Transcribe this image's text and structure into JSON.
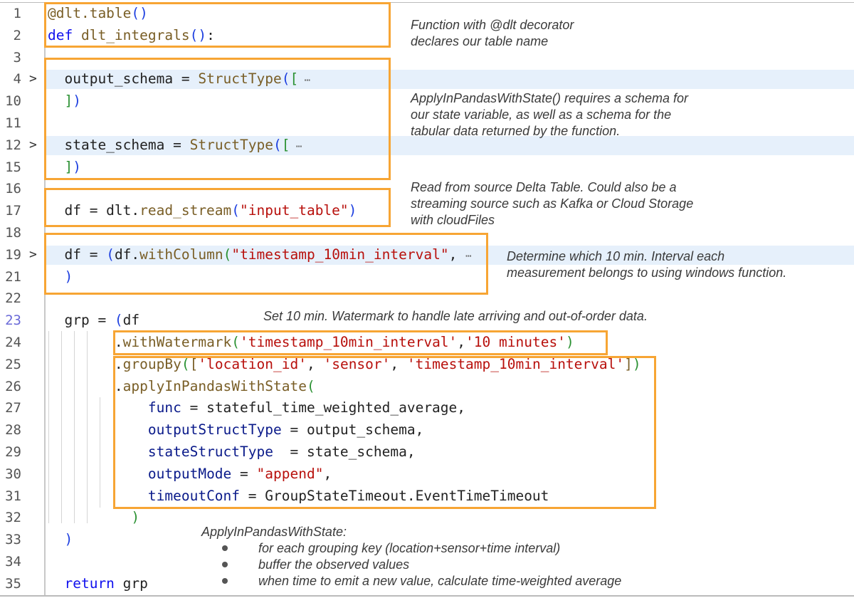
{
  "editor": {
    "active_line": "23",
    "lines": [
      {
        "n": "1",
        "tokens": [
          [
            "@dlt.table",
            "fn"
          ],
          [
            "()",
            "br1"
          ]
        ]
      },
      {
        "n": "2",
        "tokens": [
          [
            "def ",
            "kw"
          ],
          [
            "dlt_integrals",
            "fn"
          ],
          [
            "()",
            "br1"
          ],
          [
            ":",
            "p"
          ]
        ]
      },
      {
        "n": "3",
        "tokens": []
      },
      {
        "n": "4",
        "fold": true,
        "tokens": [
          [
            "  output_schema = ",
            "p"
          ],
          [
            "StructType",
            "fn"
          ],
          [
            "(",
            "br1"
          ],
          [
            "[",
            "br2"
          ],
          [
            " ⋯",
            "fold"
          ]
        ]
      },
      {
        "n": "10",
        "tokens": [
          [
            "  ",
            "p"
          ],
          [
            "]",
            "br2"
          ],
          [
            ")",
            "br1"
          ]
        ]
      },
      {
        "n": "11",
        "tokens": []
      },
      {
        "n": "12",
        "fold": true,
        "tokens": [
          [
            "  state_schema = ",
            "p"
          ],
          [
            "StructType",
            "fn"
          ],
          [
            "(",
            "br1"
          ],
          [
            "[",
            "br2"
          ],
          [
            " ⋯",
            "fold"
          ]
        ]
      },
      {
        "n": "15",
        "tokens": [
          [
            "  ",
            "p"
          ],
          [
            "]",
            "br2"
          ],
          [
            ")",
            "br1"
          ]
        ]
      },
      {
        "n": "16",
        "tokens": []
      },
      {
        "n": "17",
        "tokens": [
          [
            "  df = dlt.",
            "p"
          ],
          [
            "read_stream",
            "fn"
          ],
          [
            "(",
            "br1"
          ],
          [
            "\"input_table\"",
            "str"
          ],
          [
            ")",
            "br1"
          ]
        ]
      },
      {
        "n": "18",
        "tokens": []
      },
      {
        "n": "19",
        "fold": true,
        "tokens": [
          [
            "  df = ",
            "p"
          ],
          [
            "(",
            "br1"
          ],
          [
            "df.",
            "p"
          ],
          [
            "withColumn",
            "fn"
          ],
          [
            "(",
            "br2"
          ],
          [
            "\"timestamp_10min_interval\"",
            "str"
          ],
          [
            ", ",
            "p"
          ],
          [
            "⋯",
            "fold"
          ]
        ]
      },
      {
        "n": "21",
        "tokens": [
          [
            "  ",
            "p"
          ],
          [
            ")",
            "br1"
          ]
        ]
      },
      {
        "n": "22",
        "tokens": []
      },
      {
        "n": "23",
        "tokens": [
          [
            "  grp = ",
            "p"
          ],
          [
            "(",
            "br1"
          ],
          [
            "df",
            "p"
          ]
        ]
      },
      {
        "n": "24",
        "tokens": [
          [
            "        .",
            "p"
          ],
          [
            "withWatermark",
            "fn"
          ],
          [
            "(",
            "br2"
          ],
          [
            "'timestamp_10min_interval'",
            "str"
          ],
          [
            ",",
            "p"
          ],
          [
            "'10 minutes'",
            "str"
          ],
          [
            ")",
            "br2"
          ]
        ]
      },
      {
        "n": "25",
        "tokens": [
          [
            "        .",
            "p"
          ],
          [
            "groupBy",
            "fn"
          ],
          [
            "(",
            "br2"
          ],
          [
            "[",
            "br3"
          ],
          [
            "'location_id'",
            "str"
          ],
          [
            ", ",
            "p"
          ],
          [
            "'sensor'",
            "str"
          ],
          [
            ", ",
            "p"
          ],
          [
            "'timestamp_10min_interval'",
            "str"
          ],
          [
            "]",
            "br3"
          ],
          [
            ")",
            "br2"
          ]
        ]
      },
      {
        "n": "26",
        "tokens": [
          [
            "        .",
            "p"
          ],
          [
            "applyInPandasWithState",
            "fn"
          ],
          [
            "(",
            "br2"
          ]
        ]
      },
      {
        "n": "27",
        "tokens": [
          [
            "            ",
            "p"
          ],
          [
            "func",
            "param"
          ],
          [
            " = stateful_time_weighted_average,",
            "p"
          ]
        ]
      },
      {
        "n": "28",
        "tokens": [
          [
            "            ",
            "p"
          ],
          [
            "outputStructType",
            "param"
          ],
          [
            " = output_schema,",
            "p"
          ]
        ]
      },
      {
        "n": "29",
        "tokens": [
          [
            "            ",
            "p"
          ],
          [
            "stateStructType",
            "param"
          ],
          [
            "  = state_schema,",
            "p"
          ]
        ]
      },
      {
        "n": "30",
        "tokens": [
          [
            "            ",
            "p"
          ],
          [
            "outputMode",
            "param"
          ],
          [
            " = ",
            "p"
          ],
          [
            "\"append\"",
            "str"
          ],
          [
            ",",
            "p"
          ]
        ]
      },
      {
        "n": "31",
        "tokens": [
          [
            "            ",
            "p"
          ],
          [
            "timeoutConf",
            "param"
          ],
          [
            " = GroupStateTimeout.EventTimeTimeout",
            "p"
          ]
        ]
      },
      {
        "n": "32",
        "tokens": [
          [
            "          ",
            "p"
          ],
          [
            ")",
            "br2"
          ]
        ]
      },
      {
        "n": "33",
        "tokens": [
          [
            "  ",
            "p"
          ],
          [
            ")",
            "br1"
          ]
        ]
      },
      {
        "n": "34",
        "tokens": []
      },
      {
        "n": "35",
        "tokens": [
          [
            "  ",
            "p"
          ],
          [
            "return",
            "kw"
          ],
          [
            " grp",
            "p"
          ]
        ]
      }
    ]
  },
  "annotations": {
    "decorator": [
      "Function with @dlt decorator",
      "declares our table name"
    ],
    "schemas": [
      "ApplyInPandasWithState() requires a schema for",
      "our state variable, as well as a schema for the",
      "tabular data returned by the function."
    ],
    "read": [
      "Read from source Delta Table. Could also be a",
      "streaming source such as Kafka or Cloud Storage",
      "with cloudFiles"
    ],
    "interval": [
      "Determine which 10 min. Interval each",
      "measurement belongs to using windows function."
    ],
    "watermark": "Set 10 min. Watermark to handle late arriving and out-of-order data.",
    "apply_title": "ApplyInPandasWithState:",
    "apply_bullets": [
      "for each grouping key (location+sensor+time interval)",
      "buffer the observed values",
      "when time to emit a new value, calculate time-weighted average"
    ]
  },
  "colors": {
    "highlight_box": "#f7a534",
    "folded_row": "#e6f0fb"
  }
}
